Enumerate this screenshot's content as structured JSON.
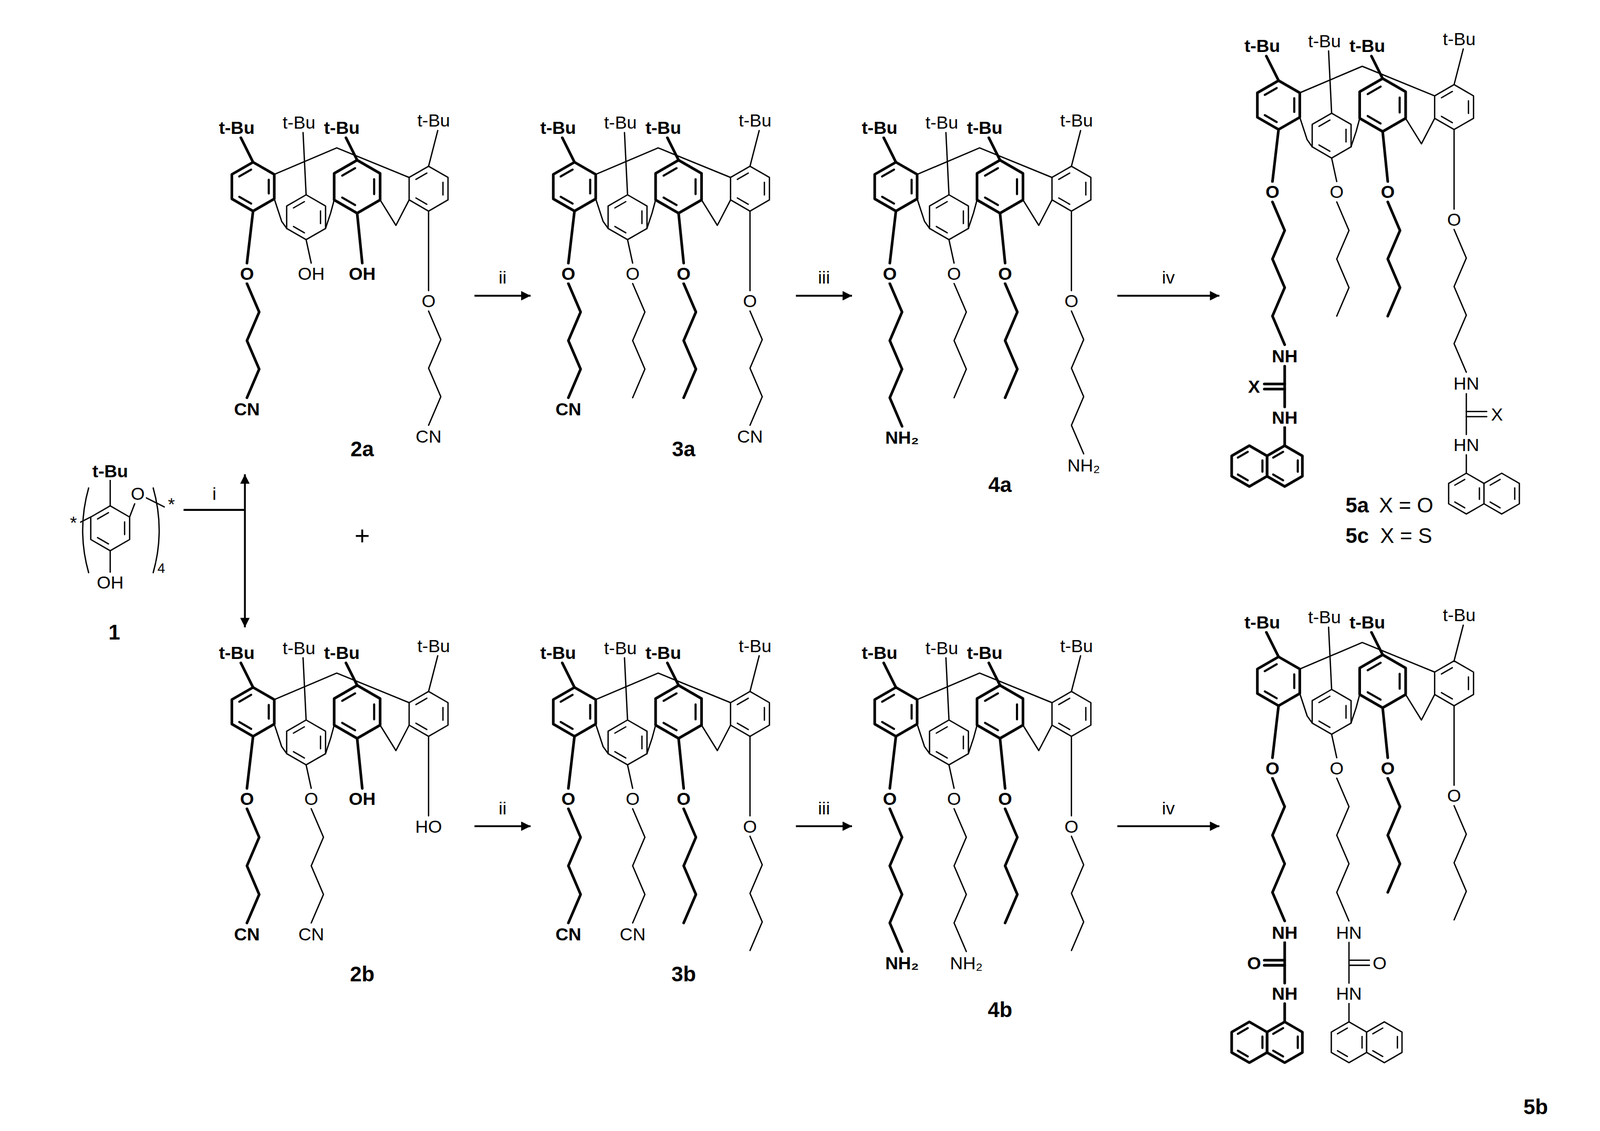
{
  "diagram": {
    "nodes": [
      {
        "text": [
          "1"
        ]
      },
      {
        "text": [
          "2a"
        ]
      },
      {
        "text": [
          "3a"
        ]
      },
      {
        "text": [
          "4a"
        ]
      },
      {
        "text": [
          "5a",
          "X = O",
          "5c",
          "X = S"
        ]
      },
      {
        "text": [
          "2b"
        ]
      },
      {
        "text": [
          "3b"
        ]
      },
      {
        "text": [
          "4b"
        ]
      },
      {
        "text": [
          "5b"
        ]
      }
    ],
    "edges": [
      {
        "from": 0,
        "to": 1,
        "label": "i",
        "arrow": "to"
      },
      {
        "from": 0,
        "to": 5,
        "arrow": "to"
      },
      {
        "from": 1,
        "to": 2,
        "label": "ii",
        "arrow": "to"
      },
      {
        "from": 2,
        "to": 3,
        "label": "iii",
        "arrow": "to"
      },
      {
        "from": 3,
        "to": 4,
        "label": "iv",
        "arrow": "to"
      },
      {
        "from": 5,
        "to": 6,
        "label": "ii",
        "arrow": "to"
      },
      {
        "from": 6,
        "to": 7,
        "label": "iii",
        "arrow": "to"
      },
      {
        "from": 7,
        "to": 8,
        "label": "iv",
        "arrow": "to"
      }
    ],
    "labels": [
      "t-Bu",
      "*",
      "O",
      "*",
      "4",
      "OH",
      "+",
      "t-Bu",
      "t-Bu",
      "t-Bu",
      "t-Bu",
      "O",
      "OH",
      "OH",
      "O",
      "CN",
      "CN",
      "t-Bu",
      "t-Bu",
      "t-Bu",
      "t-Bu",
      "O",
      "O",
      "O",
      "O",
      "CN",
      "CN",
      "t-Bu",
      "t-Bu",
      "t-Bu",
      "t-Bu",
      "O",
      "O",
      "O",
      "O",
      "NH₂",
      "NH₂",
      "t-Bu",
      "t-Bu",
      "t-Bu",
      "t-Bu",
      "O",
      "O",
      "O",
      "O",
      "NH",
      "X",
      "NH",
      "HN",
      "X",
      "HN",
      "t-Bu",
      "t-Bu",
      "t-Bu",
      "t-Bu",
      "O",
      "O",
      "OH",
      "HO",
      "CN",
      "CN",
      "t-Bu",
      "t-Bu",
      "t-Bu",
      "t-Bu",
      "O",
      "O",
      "O",
      "O",
      "CN",
      "CN",
      "t-Bu",
      "t-Bu",
      "t-Bu",
      "t-Bu",
      "O",
      "O",
      "O",
      "O",
      "NH₂",
      "NH₂",
      "t-Bu",
      "t-Bu",
      "t-Bu",
      "t-Bu",
      "O",
      "O",
      "O",
      "O",
      "NH",
      "O",
      "NH",
      "HN",
      "O",
      "HN"
    ]
  }
}
